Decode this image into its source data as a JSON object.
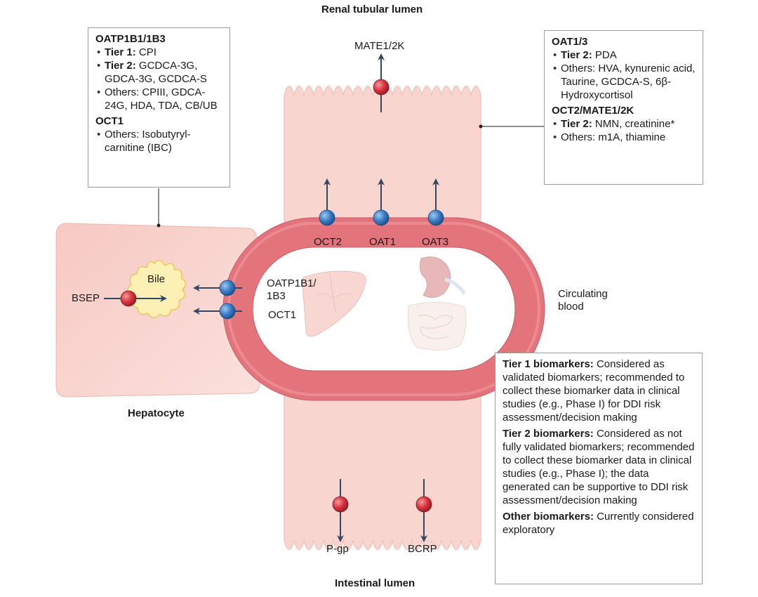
{
  "titles": {
    "renal": "Renal tubular lumen",
    "intestinal": "Intestinal lumen",
    "hepatocyte": "Hepatocyte",
    "blood": "Circulating blood",
    "bile": "Bile"
  },
  "transporters": {
    "mate": "MATE1/2K",
    "oct2": "OCT2",
    "oat1": "OAT1",
    "oat3": "OAT3",
    "oatp": "OATP1B1/ 1B3",
    "oct1": "OCT1",
    "bsep": "BSEP",
    "pgp": "P-gp",
    "bcrp": "BCRP"
  },
  "hepatic_box": {
    "h1": "OATP1B1/1B3",
    "i1_bold": "Tier 1:",
    "i1_text": " CPI",
    "i2_bold": "Tier 2:",
    "i2_text": " GCDCA-3G, GDCA-3G, GCDCA-S",
    "i3_text": "Others: CPIII, GDCA-24G, HDA, TDA, CB/UB",
    "h2": "OCT1",
    "i4_text": "Others: Isobutyryl-carnitine (IBC)"
  },
  "renal_box": {
    "h1": "OAT1/3",
    "i1_bold": "Tier 2:",
    "i1_text": " PDA",
    "i2_text": "Others: HVA, kynurenic acid, Taurine, GCDCA-S, 6β-Hydroxycortisol",
    "h2": "OCT2/MATE1/2K",
    "i3_bold": "Tier 2:",
    "i3_text": " NMN, creatinine*",
    "i4_text": "Others: m1A, thiamine"
  },
  "legend": {
    "t1_bold": "Tier 1 biomarkers:",
    "t1_text": " Considered as validated biomarkers; recommended to collect these biomarker data in clinical studies (e.g., Phase I) for DDI risk assessment/decision making",
    "t2_bold": "Tier 2 biomarkers:",
    "t2_text": " Considered as not fully validated biomarkers; recommended to collect these biomarker data in clinical studies (e.g., Phase I); the data generated can be supportive to DDI risk assessment/decision making",
    "t3_bold": "Other biomarkers:",
    "t3_text": " Currently considered exploratory"
  },
  "colors": {
    "tissue": "#f9d5d0",
    "blood_vessel": "#e3747c",
    "influx_transporter": "#3a7cc4",
    "efflux_transporter": "#d8323e",
    "bile": "#fdf0b5",
    "arrow": "#34455f"
  }
}
